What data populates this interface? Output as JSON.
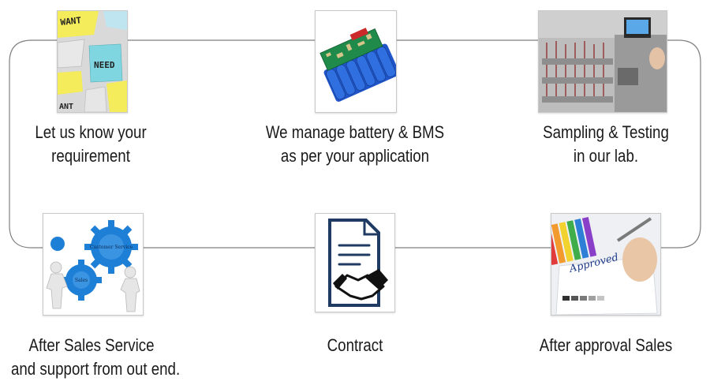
{
  "steps": [
    {
      "id": "requirement",
      "image_icon": "sticky-notes-want-need-icon",
      "image_text": {
        "want_top": "WANT",
        "need": "NEED",
        "want_bottom": "ANT"
      },
      "caption_lines": [
        "Let us know your",
        "requirement"
      ]
    },
    {
      "id": "manage",
      "image_icon": "battery-pack-bms-icon",
      "caption_lines": [
        "We manage battery & BMS",
        "as per your application"
      ]
    },
    {
      "id": "testing",
      "image_icon": "lab-testing-equipment-icon",
      "caption_lines": [
        "Sampling & Testing",
        "in our lab."
      ]
    },
    {
      "id": "approval",
      "image_icon": "approved-document-signing-icon",
      "image_text": {
        "stamp": "Approved"
      },
      "caption_lines": [
        "After approval Sales"
      ]
    },
    {
      "id": "contract",
      "image_icon": "contract-handshake-icon",
      "caption_lines": [
        "Contract"
      ]
    },
    {
      "id": "after-sales",
      "image_icon": "gears-people-icon",
      "image_text": {
        "gear_large": "Customer Service",
        "gear_small": "Sales"
      },
      "caption_lines": [
        "After Sales Service",
        "and support from out end."
      ]
    }
  ],
  "colors": {
    "line": "#7f7f7f",
    "gear_blue": "#1e7fd6",
    "sticky_yellow": "#f4ec5a",
    "sticky_blue": "#7fd6e0",
    "battery_blue": "#1f55c8",
    "pcb_green": "#1f8a4a",
    "document_navy": "#1f3b63"
  }
}
